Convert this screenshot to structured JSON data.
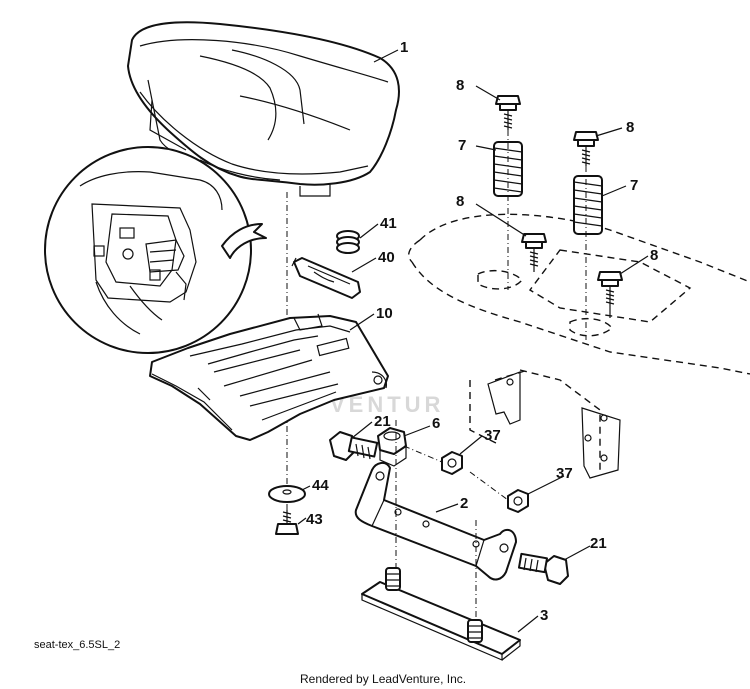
{
  "callouts": {
    "c1": "1",
    "c2": "2",
    "c3": "3",
    "c6": "6",
    "c7a": "7",
    "c7b": "7",
    "c8a": "8",
    "c8b": "8",
    "c8c": "8",
    "c8d": "8",
    "c10": "10",
    "c21a": "21",
    "c21b": "21",
    "c37a": "37",
    "c37b": "37",
    "c40": "40",
    "c41": "41",
    "c43": "43",
    "c44": "44"
  },
  "caption": "seat-tex_6.5SL_2",
  "footer": "Rendered by LeadVenture, Inc.",
  "watermark": "VENTUR"
}
